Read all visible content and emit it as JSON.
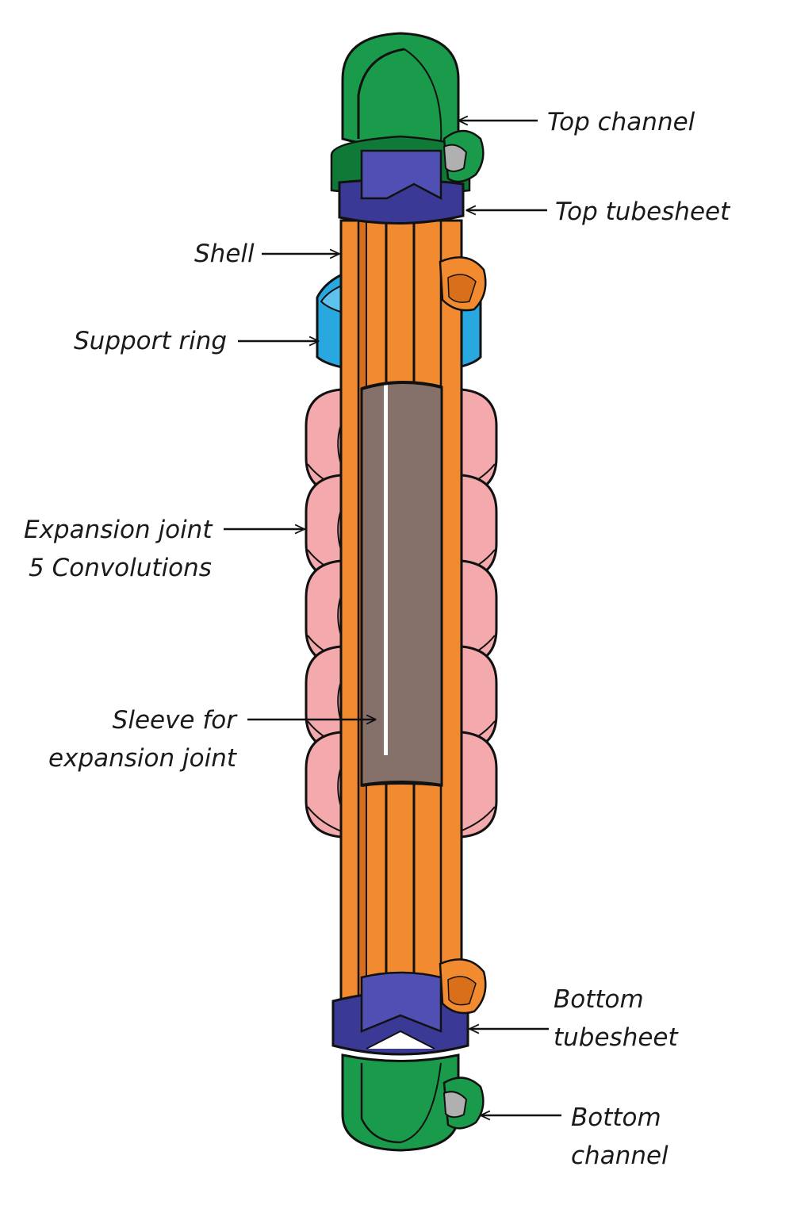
{
  "labels": {
    "top_channel": "Top channel",
    "top_tubesheet": "Top tubesheet",
    "shell": "Shell",
    "support_ring": "Support ring",
    "expansion_joint_line1": "Expansion joint",
    "expansion_joint_line2": "5 Convolutions",
    "sleeve_line1": "Sleeve for",
    "sleeve_line2": "expansion joint",
    "bottom_tubesheet_line1": "Bottom",
    "bottom_tubesheet_line2": "tubesheet",
    "bottom_channel_line1": "Bottom",
    "bottom_channel_line2": "channel"
  },
  "colors": {
    "channel": "#1a9b4b",
    "channel_dark": "#0f7a37",
    "tubesheet": "#3a3a96",
    "tubesheet_light": "#5050b4",
    "shell": "#f28a30",
    "shell_dark": "#d96f1a",
    "support_ring": "#29a8e0",
    "support_ring_light": "#5ec2ee",
    "convolution": "#f4a9ad",
    "convolution_dark": "#e08a90",
    "sleeve": "#86716a",
    "outline": "#111111",
    "nozzle": "#b0b0b0"
  },
  "convolution_count": 5
}
